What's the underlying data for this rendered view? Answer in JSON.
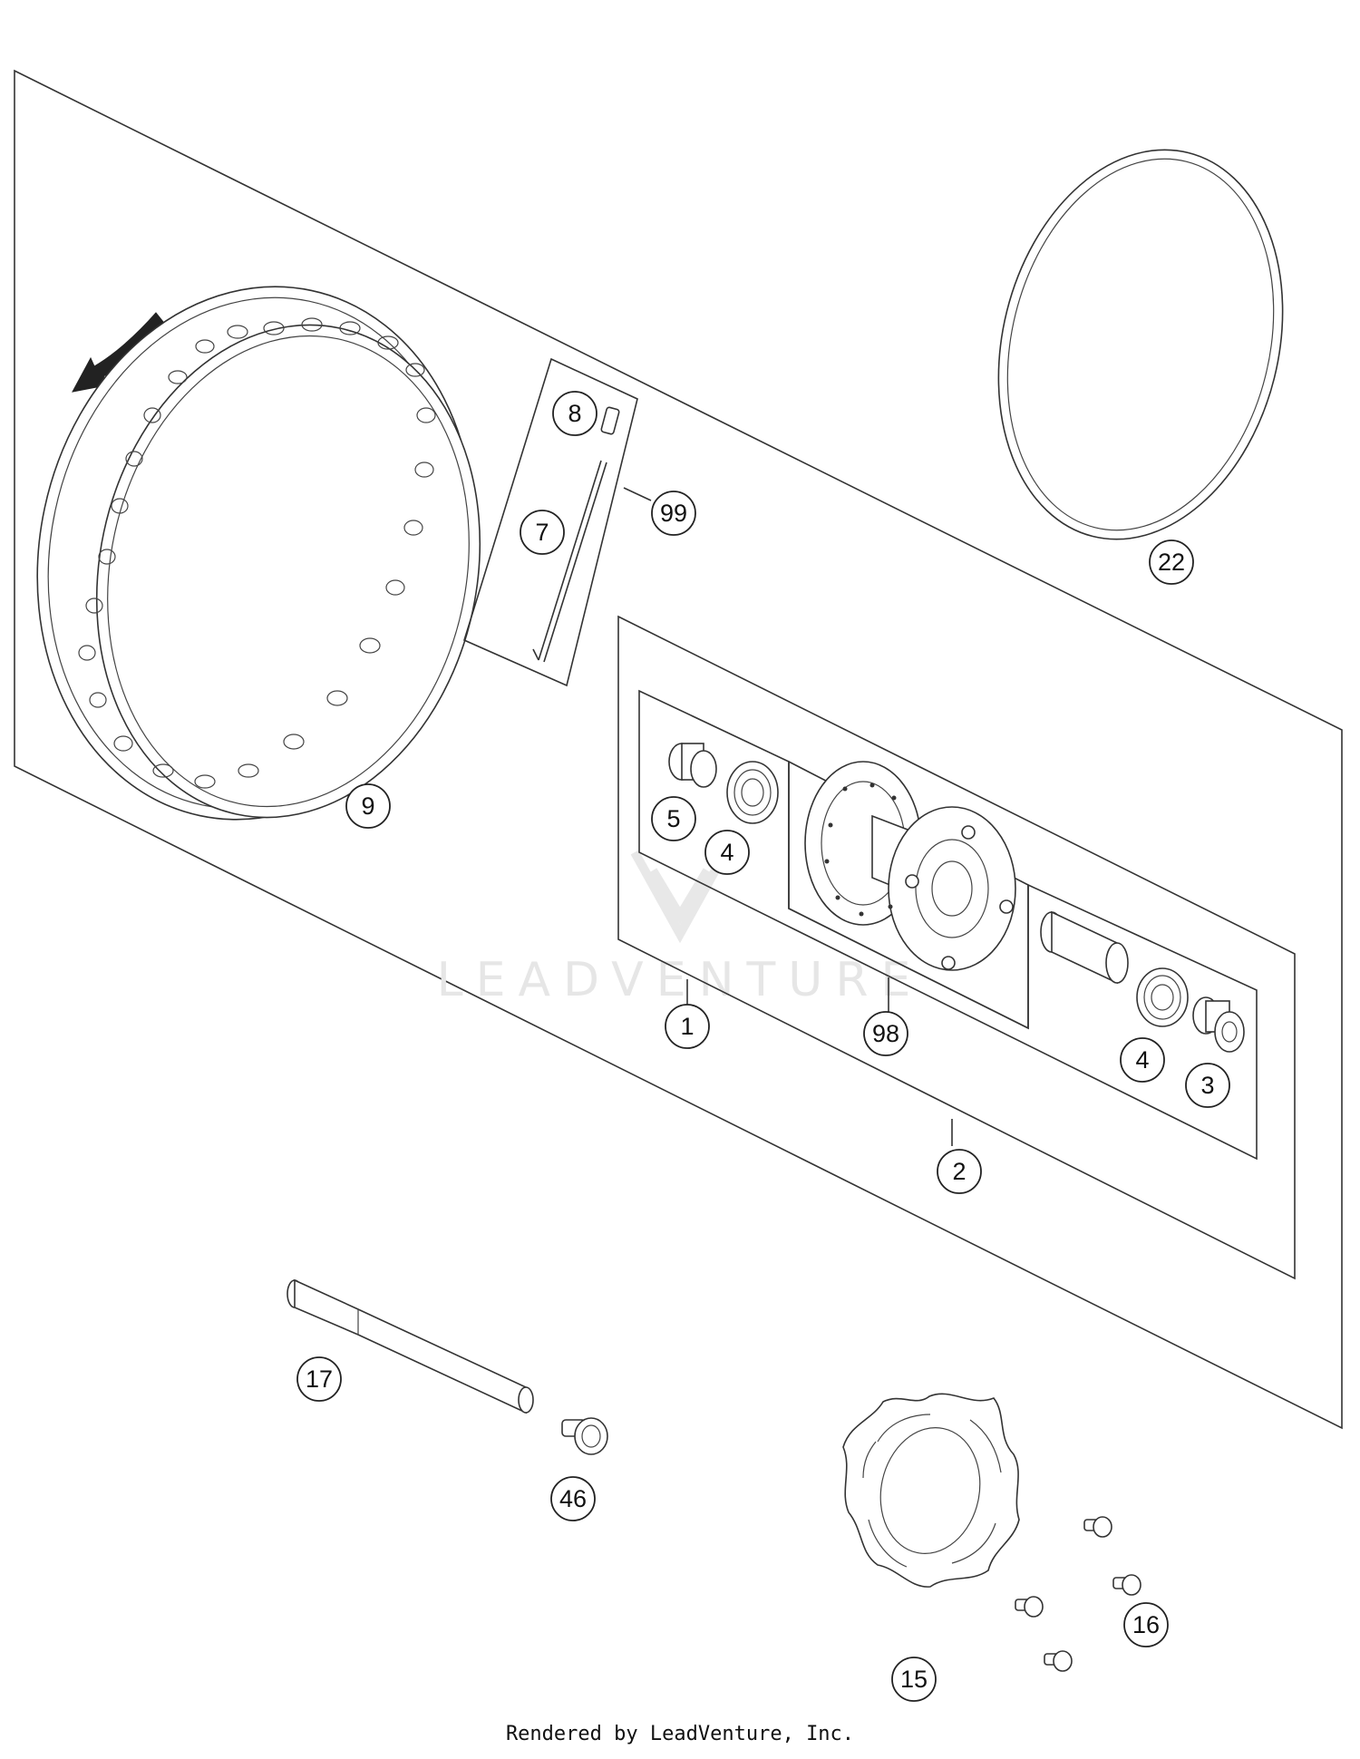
{
  "diagram": {
    "watermark": "LEADVENTURE",
    "callouts": [
      {
        "id": "9",
        "label": "9"
      },
      {
        "id": "8",
        "label": "8"
      },
      {
        "id": "7",
        "label": "7"
      },
      {
        "id": "99",
        "label": "99"
      },
      {
        "id": "22",
        "label": "22"
      },
      {
        "id": "5",
        "label": "5"
      },
      {
        "id": "4a",
        "label": "4"
      },
      {
        "id": "98",
        "label": "98"
      },
      {
        "id": "4b",
        "label": "4"
      },
      {
        "id": "3",
        "label": "3"
      },
      {
        "id": "1",
        "label": "1"
      },
      {
        "id": "2",
        "label": "2"
      },
      {
        "id": "17",
        "label": "17"
      },
      {
        "id": "46",
        "label": "46"
      },
      {
        "id": "15",
        "label": "15"
      },
      {
        "id": "16",
        "label": "16"
      }
    ]
  },
  "footer": {
    "text": "Rendered by LeadVenture, Inc."
  }
}
